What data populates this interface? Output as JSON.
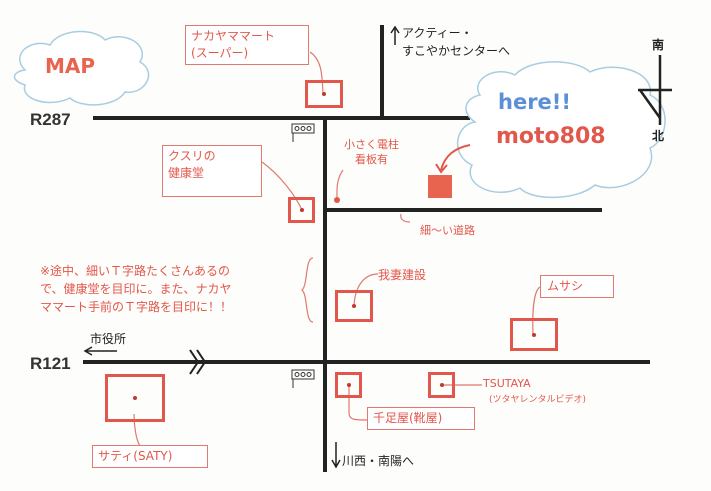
{
  "title_cloud": "MAP",
  "roads": {
    "north": "R287",
    "south": "R121"
  },
  "directions": {
    "north_line1": "アクティー・",
    "north_line2": "すこやかセンターへ",
    "south": "川西・南陽へ",
    "city_hall": "市役所"
  },
  "compass": {
    "top": "南",
    "bottom": "北"
  },
  "here_cloud": {
    "line1": "here!!",
    "line2": "moto808"
  },
  "places": {
    "nakayama": {
      "line1": "ナカヤママート",
      "line2": "(スーパー)"
    },
    "kusuri": {
      "line1": "クスリの",
      "line2": "健康堂"
    },
    "pole_note": {
      "line1": "小さく電柱",
      "line2": "看板有"
    },
    "narrow_road": "細〜い道路",
    "wagatsuma": "我妻建設",
    "musashi": "ムサシ",
    "saty": "サティ(SATY)",
    "senzokuya": "千足屋(靴屋)",
    "tsutaya": {
      "line1": "TSUTAYA",
      "line2": "(ツタヤレンタルビデオ)"
    }
  },
  "note": {
    "line1": "※途中、細いＴ字路たくさんあるの",
    "line2": "で、健康堂を目印に。また、ナカヤ",
    "line3": "ママート手前のＴ字路を目印に！！"
  },
  "colors": {
    "accent": "#e2574b",
    "road": "#222222",
    "here": "#5b8fd6",
    "cloud": "#a8cde0"
  }
}
